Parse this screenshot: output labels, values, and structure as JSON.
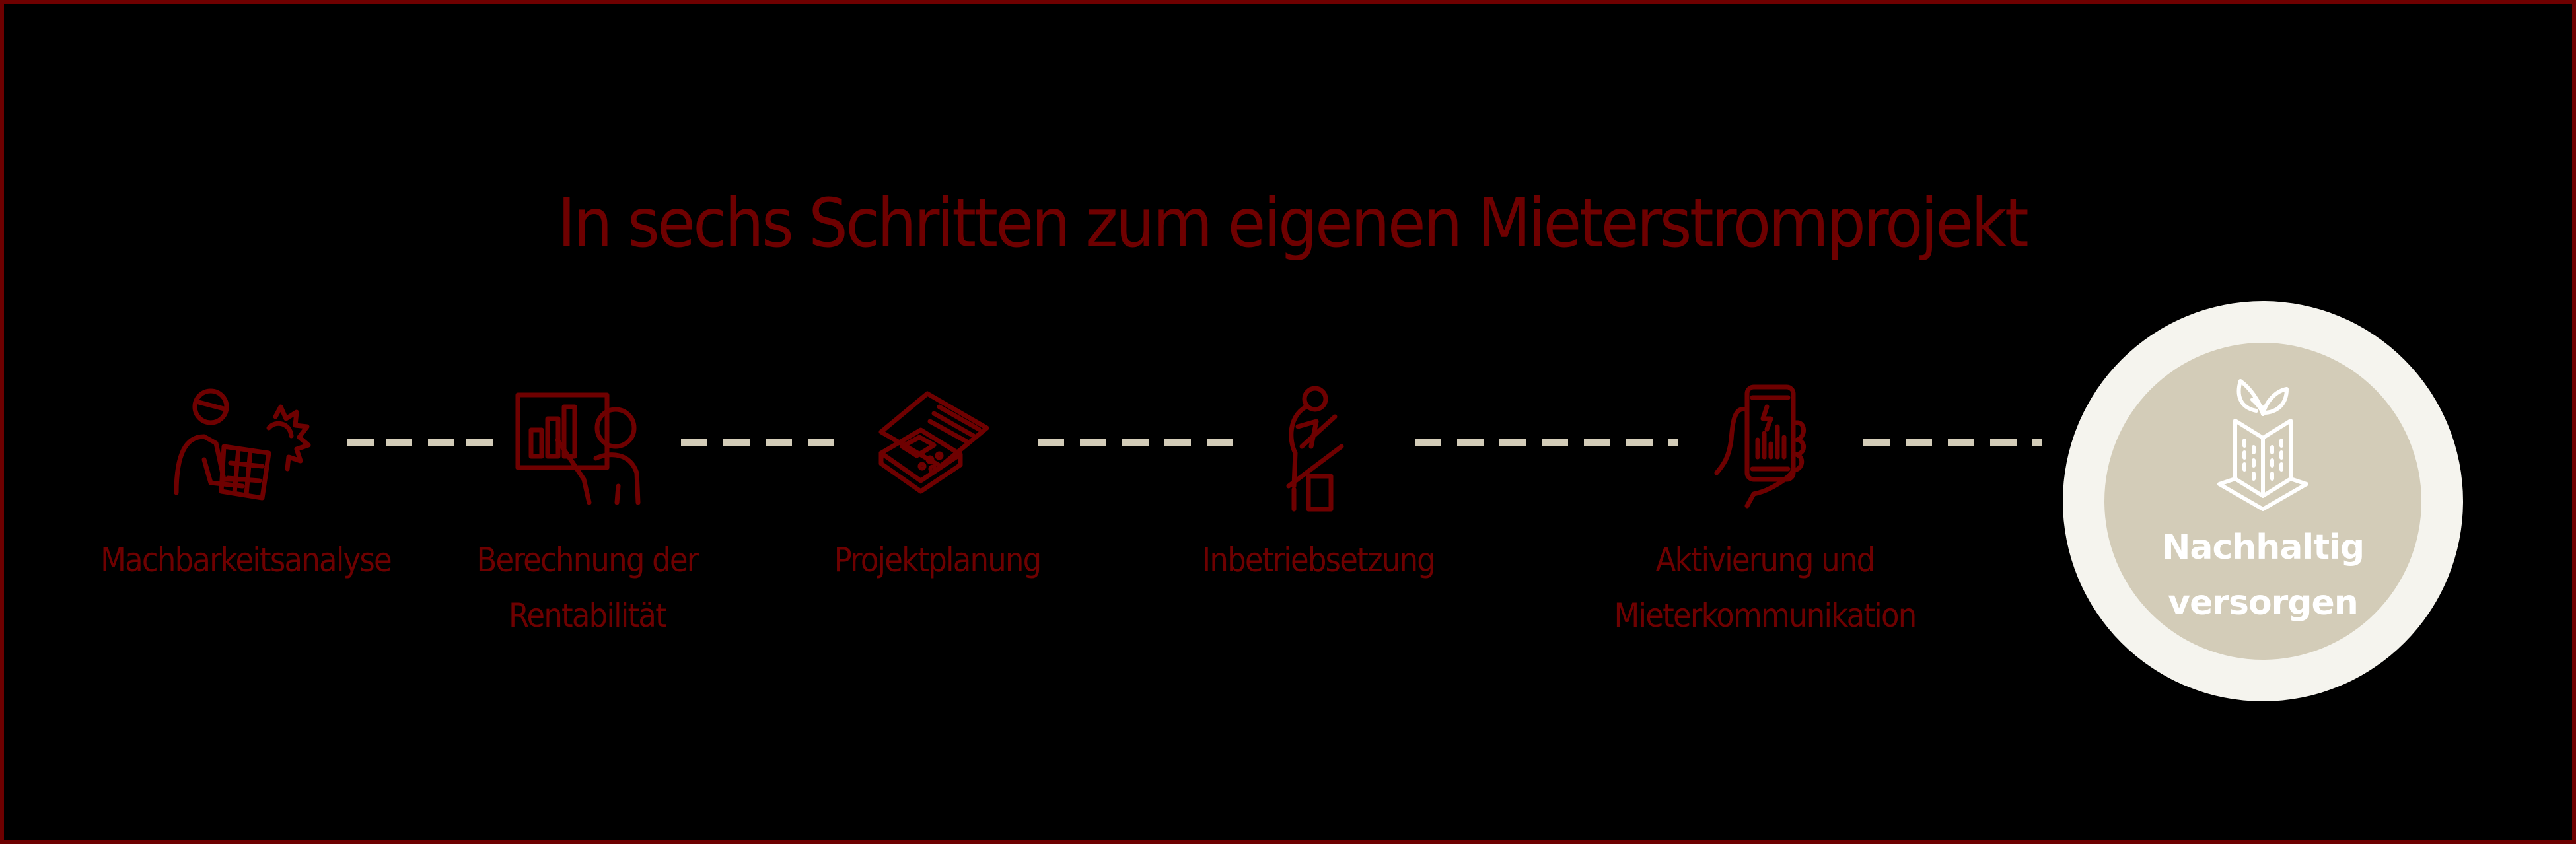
{
  "title": "In sechs Schritten zum eigenen Mieterstromprojekt",
  "colors": {
    "brand": "#6e0000",
    "connector": "#d3ccb8",
    "final_outer": "#f5f4ee",
    "final_inner": "#d3ccb8",
    "final_text": "#ffffff",
    "background": "#000000"
  },
  "steps": [
    {
      "icon": "engineer-with-solar-panel-icon",
      "label_line1": "Machbarkeitsanalyse",
      "label_line2": ""
    },
    {
      "icon": "presentation-chart-icon",
      "label_line1": "Berechnung der",
      "label_line2": "Rentabilität"
    },
    {
      "icon": "blueprint-calculator-icon",
      "label_line1": "Projektplanung",
      "label_line2": ""
    },
    {
      "icon": "worker-installing-panel-icon",
      "label_line1": "Inbetriebsetzung",
      "label_line2": ""
    },
    {
      "icon": "hand-holding-phone-energy-icon",
      "label_line1": "Aktivierung und",
      "label_line2": "Mieterkommunikation"
    }
  ],
  "final_step": {
    "icon": "green-building-leaf-icon",
    "label_line1": "Nachhaltig",
    "label_line2": "versorgen"
  }
}
